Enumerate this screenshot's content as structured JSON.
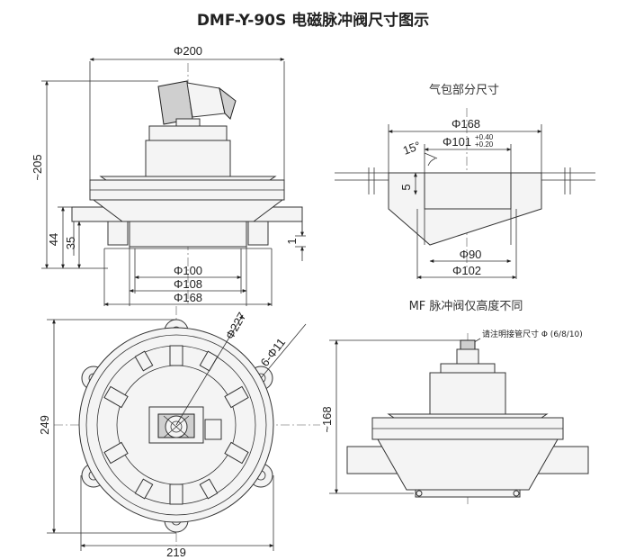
{
  "title": "DMF-Y-90S 电磁脉冲阀尺寸图示",
  "front_view": {
    "dims": {
      "phi200": "Φ200",
      "h205": "~205",
      "h44": "44",
      "h35": "35",
      "h1": "1",
      "phi100": "Φ100",
      "phi108": "Φ108",
      "phi168": "Φ168"
    }
  },
  "airbag_view": {
    "label": "气包部分尺寸",
    "dims": {
      "phi168": "Φ168",
      "phi101": "Φ101",
      "tol_upper": "+0.40",
      "tol_lower": "+0.20",
      "angle15": "15°",
      "h5": "5",
      "phi90": "Φ90",
      "phi102": "Φ102"
    }
  },
  "top_view": {
    "dims": {
      "phi227": "Φ227",
      "holes": "6-Φ11",
      "h249": "249",
      "w219": "219"
    }
  },
  "mf_view": {
    "label": "MF 脉冲阀仅高度不同",
    "note": "请注明接管尺寸 Φ (6/8/10)",
    "dims": {
      "h168": "~168"
    }
  }
}
